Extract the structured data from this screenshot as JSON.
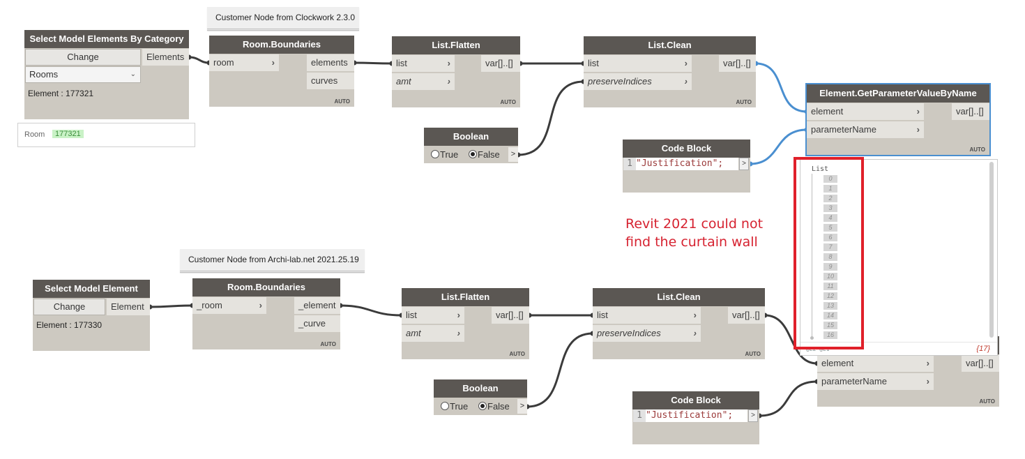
{
  "colors": {
    "wire": "#3b3b3b",
    "wire_selected": "#4a8fd0",
    "node_body": "#cdc9c1",
    "node_header": "#5b5753",
    "annotation": "#d62230",
    "highlight_box": "#e0202a"
  },
  "top": {
    "group_label": "Customer Node from Clockwork 2.3.0",
    "select_node": {
      "title": "Select Model Elements By Category",
      "button": "Change",
      "output": "Elements",
      "dropdown_value": "Rooms",
      "element_text": "Element : 177321"
    },
    "room_preview": {
      "label": "Room",
      "value": "177321"
    },
    "room_boundaries": {
      "title": "Room.Boundaries",
      "input": "room",
      "outputs": [
        "elements",
        "curves"
      ],
      "lacing": "AUTO"
    },
    "flatten": {
      "title": "List.Flatten",
      "inputs": [
        "list",
        "amt"
      ],
      "output": "var[]..[]",
      "lacing": "AUTO"
    },
    "clean": {
      "title": "List.Clean",
      "inputs": [
        "list",
        "preserveIndices"
      ],
      "output": "var[]..[]",
      "lacing": "AUTO"
    },
    "boolean": {
      "title": "Boolean",
      "true_label": "True",
      "false_label": "False",
      "out": ">"
    },
    "code_block": {
      "title": "Code Block",
      "line": "1",
      "code": "\"Justification\";",
      "out": ">"
    },
    "get_param": {
      "title": "Element.GetParameterValueByName",
      "inputs": [
        "element",
        "parameterName"
      ],
      "output": "var[]..[]",
      "lacing": "AUTO"
    }
  },
  "bottom": {
    "group_label": "Customer Node from Archi-lab.net 2021.25.19",
    "select_node": {
      "title": "Select Model Element",
      "button": "Change",
      "output": "Element",
      "element_text": "Element : 177330"
    },
    "room_boundaries": {
      "title": "Room.Boundaries",
      "input": "_room",
      "outputs": [
        "_element",
        "_curve"
      ],
      "lacing": "AUTO"
    },
    "flatten": {
      "title": "List.Flatten",
      "inputs": [
        "list",
        "amt"
      ],
      "output": "var[]..[]",
      "lacing": "AUTO"
    },
    "clean": {
      "title": "List.Clean",
      "inputs": [
        "list",
        "preserveIndices"
      ],
      "output": "var[]..[]",
      "lacing": "AUTO"
    },
    "boolean": {
      "title": "Boolean",
      "true_label": "True",
      "false_label": "False",
      "out": ">"
    },
    "code_block": {
      "title": "Code Block",
      "line": "1",
      "code": "\"Justification\";",
      "out": ">"
    },
    "get_param": {
      "inputs": [
        "element",
        "parameterName"
      ],
      "output": "var[]..[]",
      "lacing": "AUTO"
    }
  },
  "watch": {
    "header": "List",
    "indices": [
      "0",
      "1",
      "2",
      "3",
      "4",
      "5",
      "6",
      "7",
      "8",
      "9",
      "10",
      "11",
      "12",
      "13",
      "14",
      "15",
      "16"
    ],
    "levels": "@L2 @L1",
    "count": "{17}"
  },
  "annotation": {
    "line1": "Revit 2021 could not",
    "line2": "find the curtain wall"
  }
}
